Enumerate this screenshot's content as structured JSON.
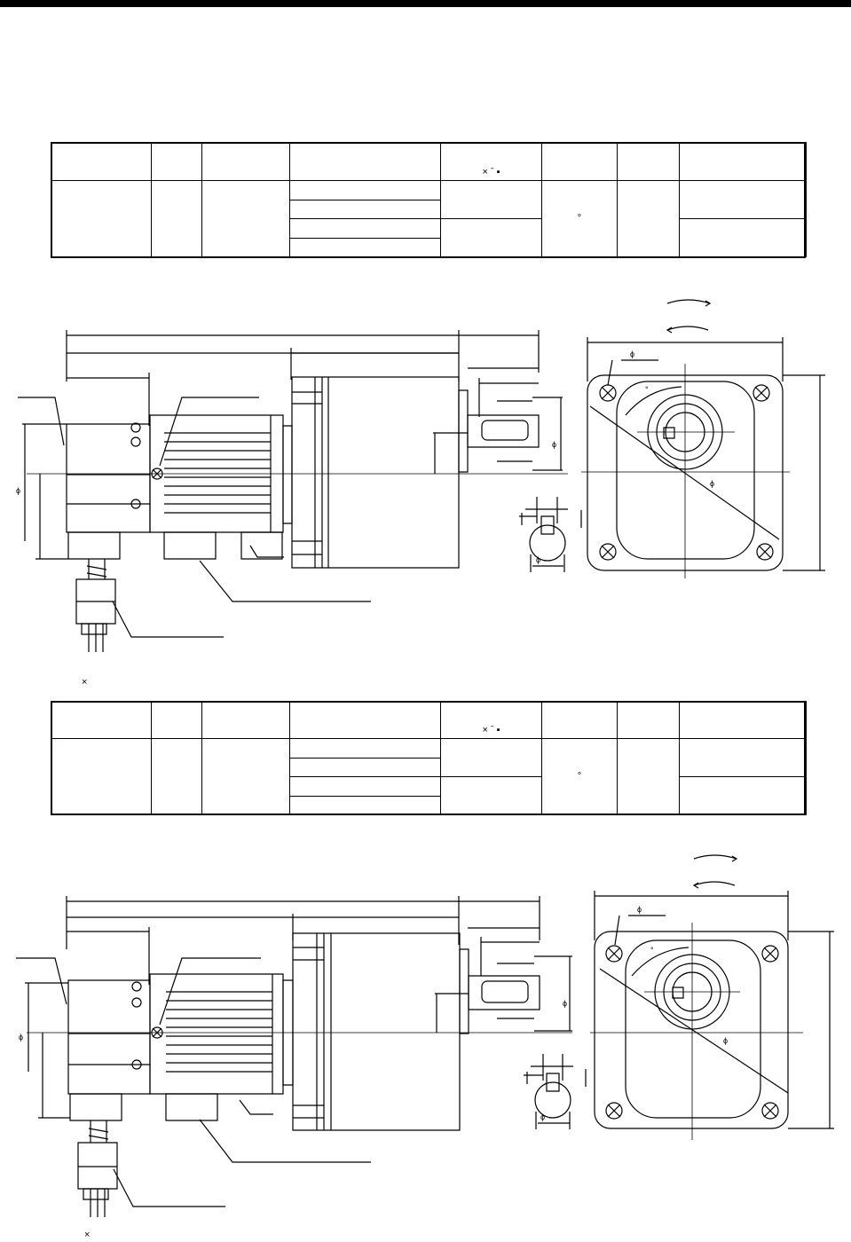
{
  "tables": [
    {
      "header_marks": {
        "col5": "×  ˉ  ▪"
      },
      "body_marks": {
        "col6": "°"
      }
    },
    {
      "header_marks": {
        "col5": "×  ˉ  ▪"
      },
      "body_marks": {
        "col6": "°"
      }
    }
  ],
  "drawings": [
    {
      "labels": {
        "dia1": "ϕ",
        "dia2": "ϕ",
        "dia3": "ϕ",
        "dia4": "ϕ",
        "dia5": "ϕ",
        "deg": "°"
      }
    },
    {
      "labels": {
        "dia1": "ϕ",
        "dia2": "ϕ",
        "dia3": "ϕ",
        "dia4": "ϕ",
        "dia5": "ϕ",
        "deg": "°"
      }
    }
  ],
  "notes": [
    "×",
    "×"
  ]
}
